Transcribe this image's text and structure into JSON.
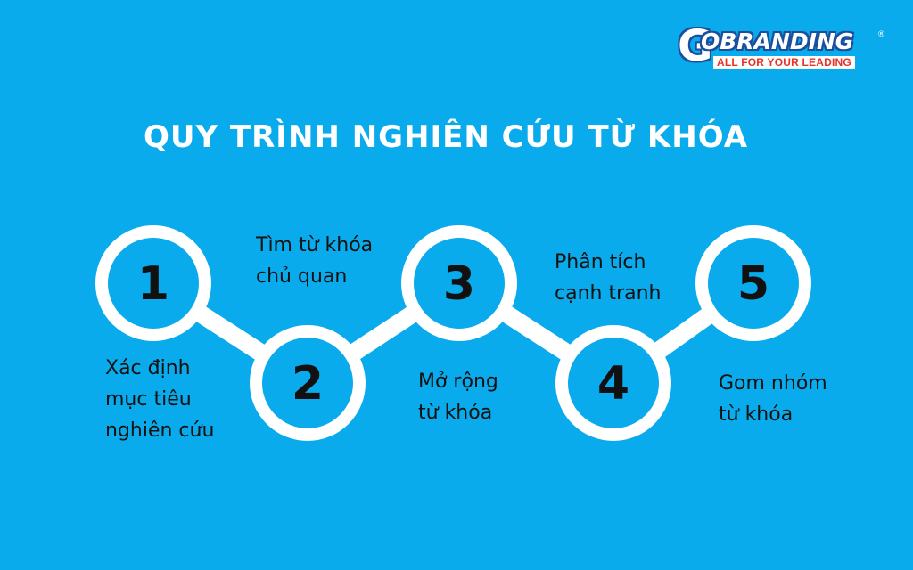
{
  "logo": {
    "letter": "G",
    "name": "OBRANDING",
    "tagline": "ALL FOR YOUR LEADING",
    "registered": "®"
  },
  "title": "QUY TRÌNH NGHIÊN CỨU TỪ KHÓA",
  "colors": {
    "background": "#0aabec",
    "ring": "#ffffff",
    "number": "#111111"
  },
  "steps": [
    {
      "number": "1",
      "lines": [
        "Xác định",
        "mục tiêu",
        "nghiên cứu"
      ]
    },
    {
      "number": "2",
      "lines": [
        "Tìm từ khóa",
        "chủ quan"
      ]
    },
    {
      "number": "3",
      "lines": [
        "Mở rộng",
        "từ khóa"
      ]
    },
    {
      "number": "4",
      "lines": [
        "Phân tích",
        "cạnh tranh"
      ]
    },
    {
      "number": "5",
      "lines": [
        "Gom nhóm",
        "từ khóa"
      ]
    }
  ]
}
